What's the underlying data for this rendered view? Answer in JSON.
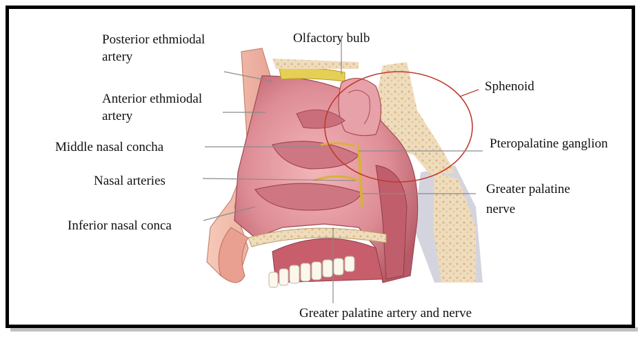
{
  "figure": {
    "labels": {
      "posterior_ethmoidal_artery": [
        "Posterior ethmiodal",
        "artery"
      ],
      "olfactory_bulb": "Olfactory bulb",
      "anterior_ethmoidal_artery": [
        "Anterior ethmiodal",
        "artery"
      ],
      "sphenoid": "Sphenoid",
      "middle_nasal_concha": "Middle nasal concha",
      "pteropalatine_ganglion": "Pteropalatine ganglion",
      "nasal_arteries": "Nasal arteries",
      "greater_palatine_nerve": [
        "Greater palatine",
        "nerve"
      ],
      "inferior_nasal_conca": "Inferior nasal conca",
      "greater_palatine_artery_and_nerve": "Greater palatine artery and nerve"
    },
    "colors": {
      "frame": "#000000",
      "mucosa": "#d9858f",
      "mucosa_dark": "#a84a55",
      "bone": "#efdcbc",
      "highlight_circle": "#c0392b",
      "leader_line": "#8a8a8a",
      "nerve": "#d9b23a"
    }
  }
}
